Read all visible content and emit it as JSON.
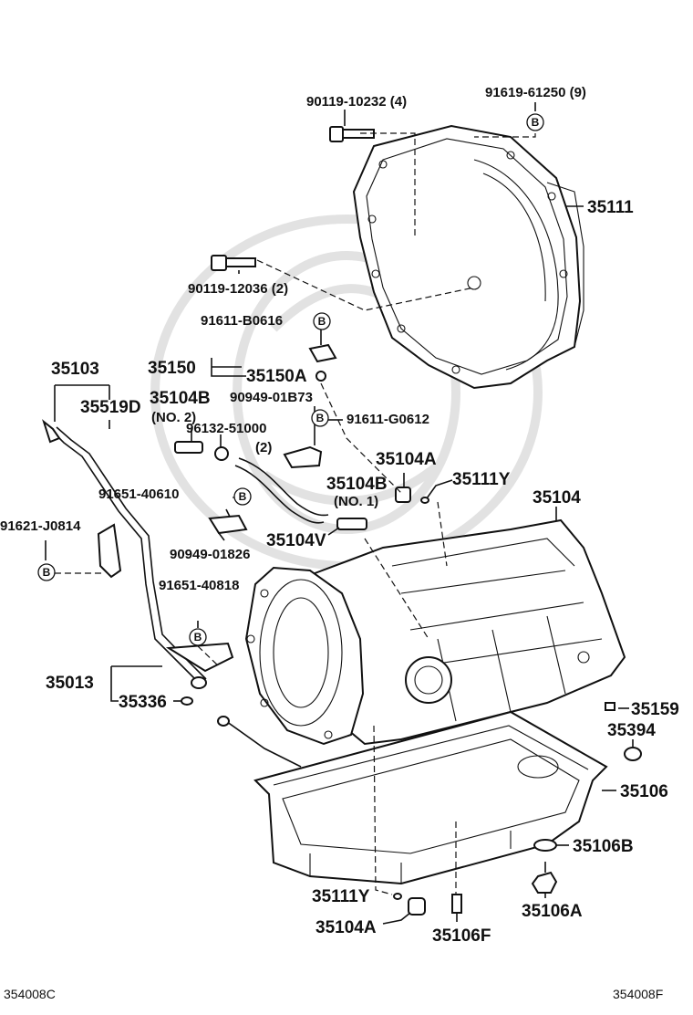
{
  "labels": {
    "p90119_10232": "90119-10232 (4)",
    "p91619_61250": "91619-61250 (9)",
    "p35111": "35111",
    "p90119_12036": "90119-12036 (2)",
    "p91611_B0616": "91611-B0616",
    "p35103": "35103",
    "p35150": "35150",
    "p35150A": "35150A",
    "p35519D": "35519D",
    "p35104B_2": "35104B",
    "no2": "(NO. 2)",
    "p90949_01B73": "90949-01B73",
    "p91611_G0612": "91611-G0612",
    "p96132_51000": "96132-51000",
    "qty2": "(2)",
    "p35104A_top": "35104A",
    "p35104B_1": "35104B",
    "no1": "(NO. 1)",
    "p35111Y_top": "35111Y",
    "p35104": "35104",
    "p91651_40610": "91651-40610",
    "p91621_J0814": "91621-J0814",
    "p35104V": "35104V",
    "p90949_01826": "90949-01826",
    "p91651_40818": "91651-40818",
    "p35013": "35013",
    "p35336": "35336",
    "p35159": "35159",
    "p35394": "35394",
    "p35106": "35106",
    "p35106B": "35106B",
    "p35111Y_bot": "35111Y",
    "p35104A_bot": "35104A",
    "p35106F": "35106F",
    "p35106A": "35106A"
  },
  "marker_letter": "B",
  "footer": {
    "left_code": "354008C",
    "right_code": "354008F"
  }
}
